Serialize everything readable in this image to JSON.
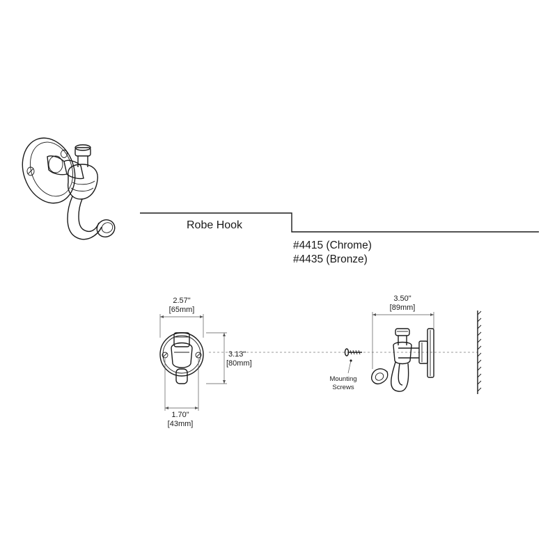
{
  "product": {
    "name": "Robe Hook",
    "models": [
      "#4415 (Chrome)",
      "#4435 (Bronze)"
    ]
  },
  "dimensions": {
    "width": {
      "in": "2.57\"",
      "mm": "[65mm]"
    },
    "height": {
      "in": "3.13\"",
      "mm": "[80mm]"
    },
    "screw_spacing": {
      "in": "1.70\"",
      "mm": "[43mm]"
    },
    "projection": {
      "in": "3.50\"",
      "mm": "[89mm]"
    }
  },
  "notes": {
    "mounting": [
      "Mounting",
      "Screws"
    ]
  }
}
